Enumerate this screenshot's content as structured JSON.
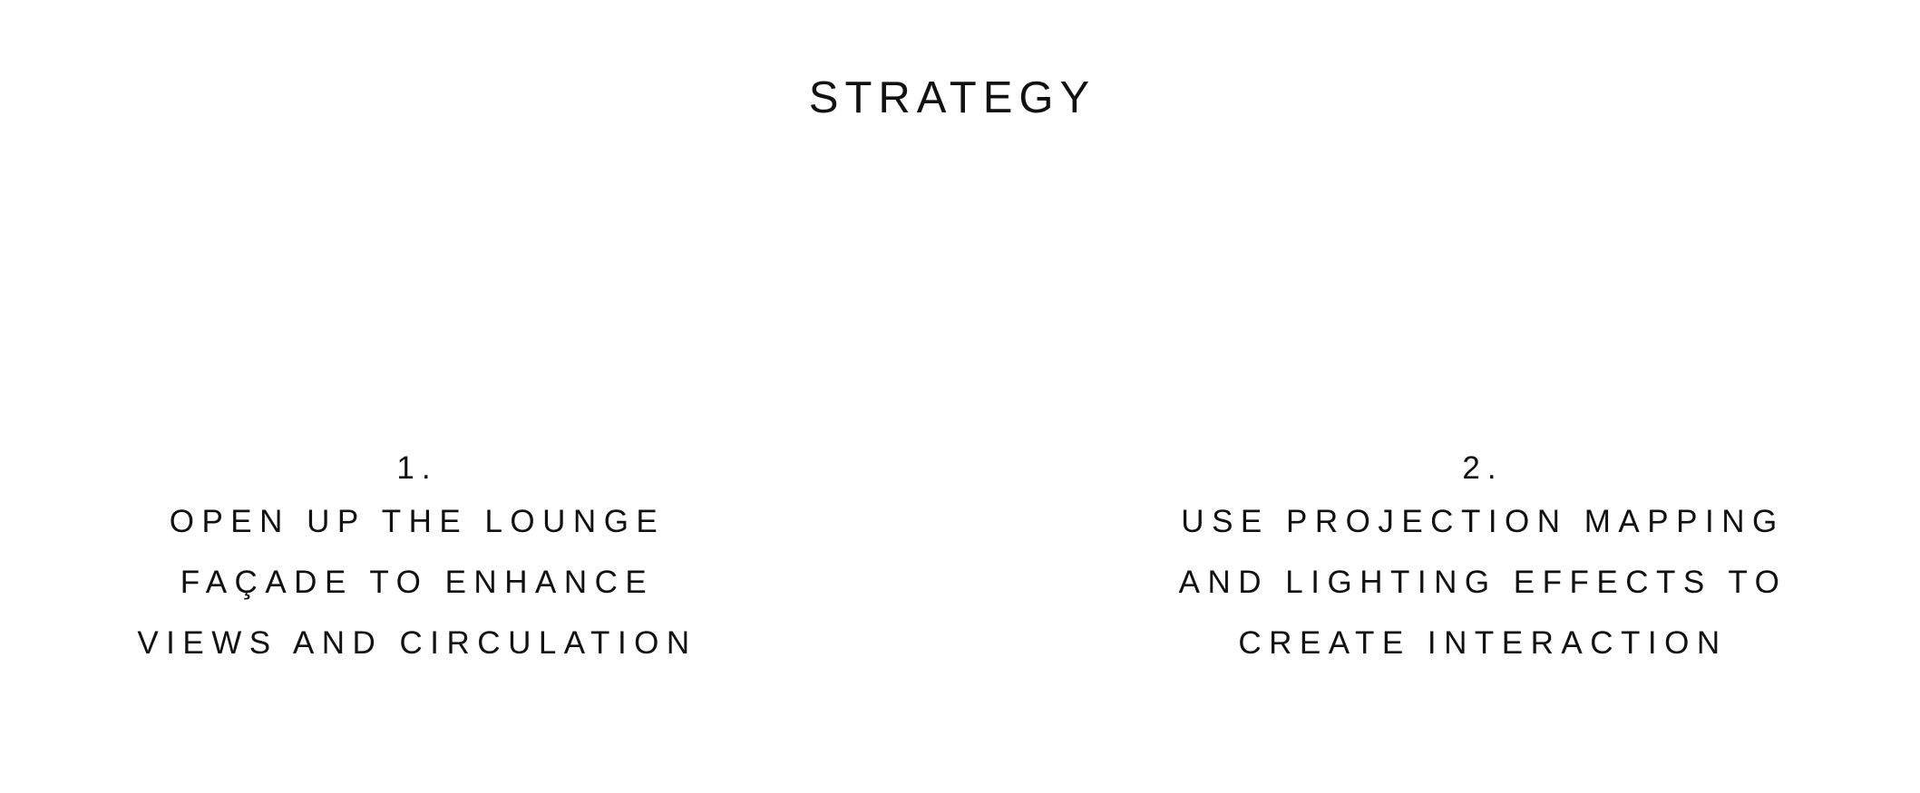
{
  "title": "STRATEGY",
  "strategies": [
    {
      "number": "1.",
      "lines": [
        "OPEN UP THE LOUNGE",
        "FAÇADE TO ENHANCE",
        "VIEWS AND CIRCULATION"
      ]
    },
    {
      "number": "2.",
      "lines": [
        "USE PROJECTION MAPPING",
        "AND LIGHTING EFFECTS TO",
        "CREATE INTERACTION"
      ]
    }
  ]
}
